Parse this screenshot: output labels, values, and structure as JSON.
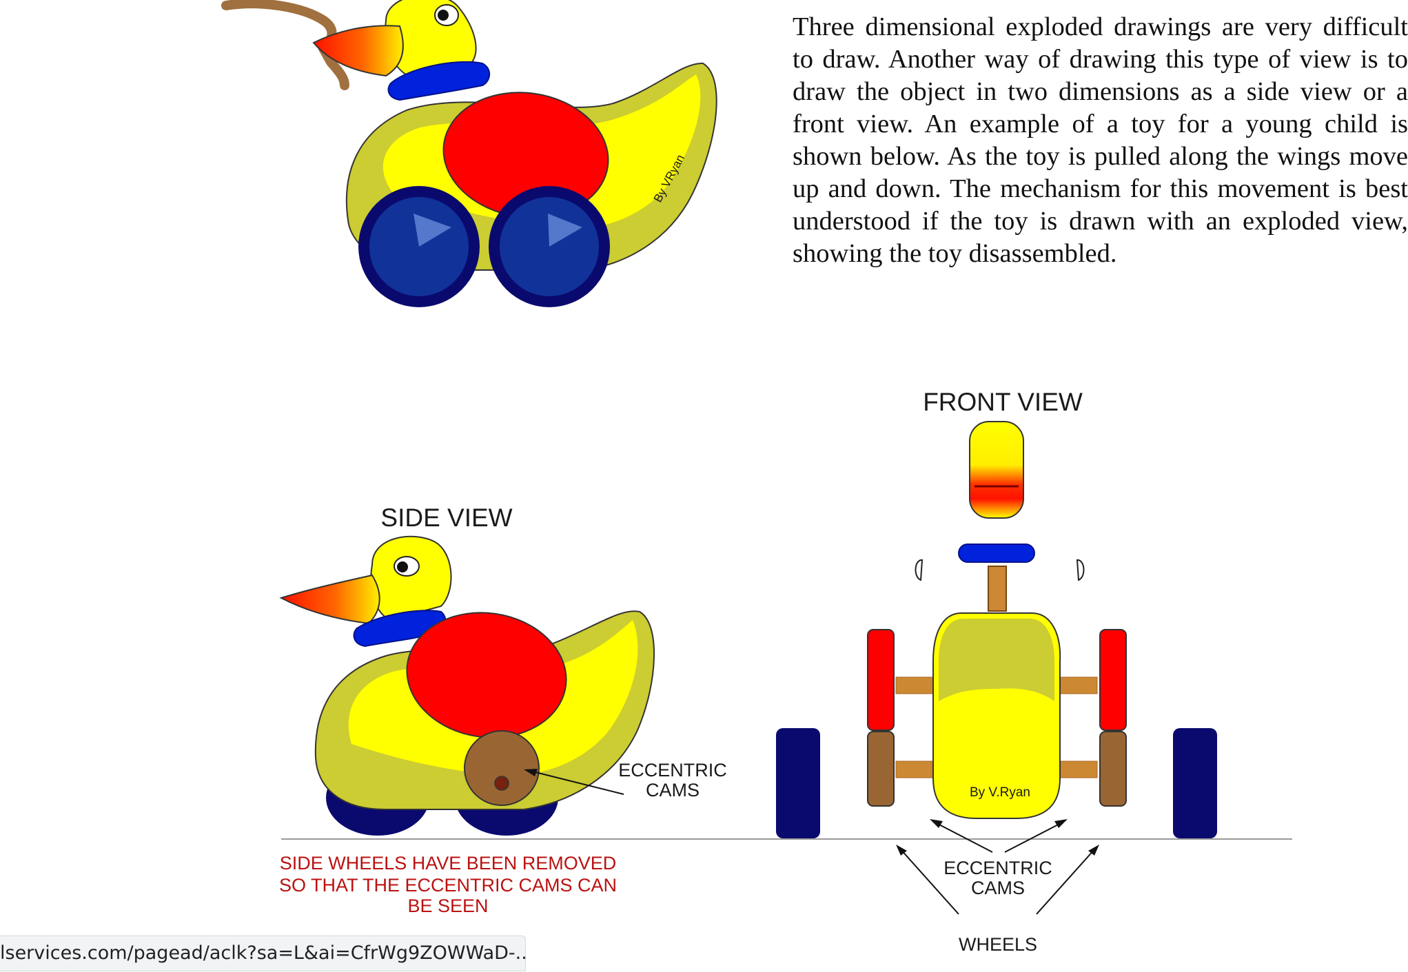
{
  "paragraph": "Three dimensional exploded drawings are very difficult to draw. Another way of drawing this type of view is to draw the object in two dimensions as a side view or a front view. An example of a toy for a young child is shown below. As the toy is pulled along the wings move up and down. The mechanism for this movement is best understood if the toy is drawn with an exploded view, showing the toy disassembled.",
  "top_drawing": {
    "signature": "By VRyan"
  },
  "side_view": {
    "title": "SIDE VIEW",
    "cam_label_line1": "ECCENTRIC",
    "cam_label_line2": "CAMS",
    "note_line1": "SIDE WHEELS HAVE BEEN REMOVED",
    "note_line2": "SO THAT THE ECCENTRIC CAMS CAN",
    "note_line3": "BE SEEN"
  },
  "front_view": {
    "title": "FRONT VIEW",
    "signature": "By V.Ryan",
    "cam_label_line1": "ECCENTRIC",
    "cam_label_line2": "CAMS",
    "wheels_label": "WHEELS"
  },
  "status_bar": {
    "url": "lservices.com/pagead/aclk?sa=L&ai=CfrWg9ZOWWaD-..."
  },
  "colors": {
    "body_olive": "#cccc33",
    "body_yellow": "#ffff00",
    "wing_red": "#ff0000",
    "collar_blue": "#0022dd",
    "wheel_navy": "#0a0a6e",
    "cam_brown": "#996633",
    "note_red": "#bb1111"
  }
}
